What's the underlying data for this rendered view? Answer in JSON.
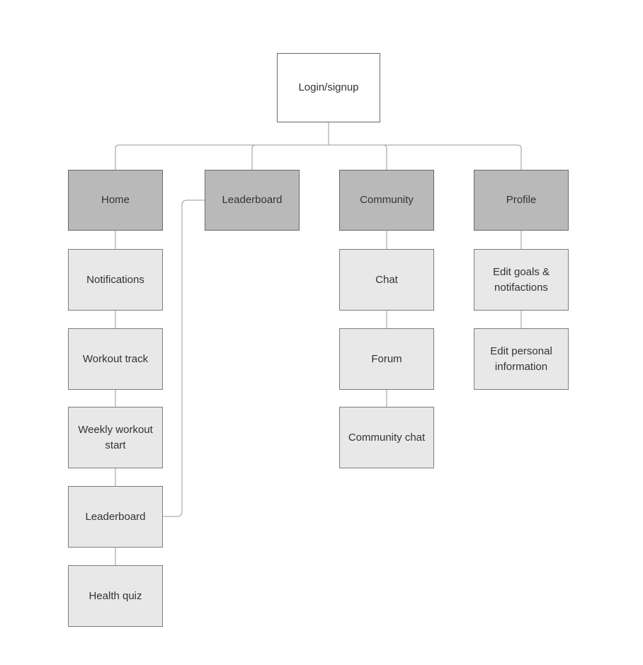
{
  "flowchart": {
    "root": {
      "label": "Login/signup"
    },
    "sections": [
      {
        "label": "Home",
        "children": [
          {
            "label": "Notifications"
          },
          {
            "label": "Workout track"
          },
          {
            "label": "Weekly workout start"
          },
          {
            "label": "Leaderboard"
          },
          {
            "label": "Health quiz"
          }
        ]
      },
      {
        "label": "Leaderboard",
        "children": []
      },
      {
        "label": "Community",
        "children": [
          {
            "label": "Chat"
          },
          {
            "label": "Forum"
          },
          {
            "label": "Community chat"
          }
        ]
      },
      {
        "label": "Profile",
        "children": [
          {
            "label": "Edit goals & notifactions"
          },
          {
            "label": "Edit personal information"
          }
        ]
      }
    ],
    "colors": {
      "root_fill": "#ffffff",
      "section_fill": "#b9b9b9",
      "child_fill": "#e8e8e8",
      "box_border": "#696969",
      "connector_line": "#999999",
      "text": "#333333",
      "background": "#ffffff"
    }
  }
}
